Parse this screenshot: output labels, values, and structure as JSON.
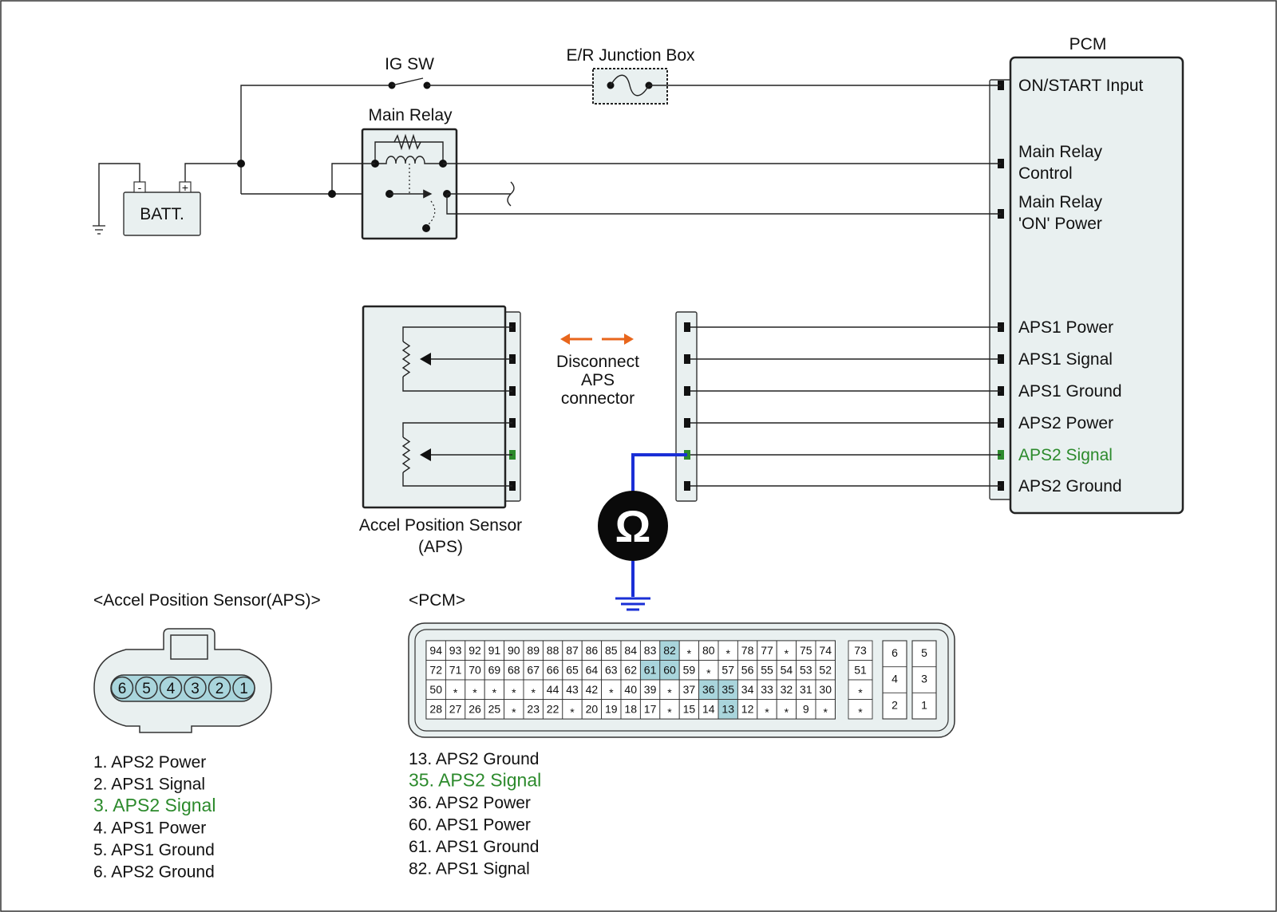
{
  "colors": {
    "panel": "#e9f0f0",
    "highlight": "#a9d5dc",
    "signal_green": "#2c8a2c",
    "probe_blue": "#1a2fd6",
    "arrow_orange": "#e8661c"
  },
  "labels": {
    "pcm_title": "PCM",
    "ig_sw": "IG SW",
    "junction_box": "E/R Junction Box",
    "main_relay": "Main Relay",
    "battery": "BATT.",
    "battery_minus": "-",
    "battery_plus": "+",
    "aps_name_1": "Accel Position Sensor",
    "aps_name_2": "(APS)",
    "disconnect_1": "Disconnect",
    "disconnect_2": "APS",
    "disconnect_3": "connector",
    "ohm_symbol": "Ω",
    "aps_connector_title": "<Accel Position Sensor(APS)>",
    "pcm_connector_title": "<PCM>"
  },
  "pcm_pins": [
    {
      "line1": "ON/START Input",
      "line2": ""
    },
    {
      "line1": "Main Relay",
      "line2": "Control"
    },
    {
      "line1": "Main Relay",
      "line2": "'ON' Power"
    },
    {
      "line1": "APS1 Power",
      "line2": ""
    },
    {
      "line1": "APS1 Signal",
      "line2": ""
    },
    {
      "line1": "APS1 Ground",
      "line2": ""
    },
    {
      "line1": "APS2 Power",
      "line2": ""
    },
    {
      "line1": "APS2 Signal",
      "line2": "",
      "highlight": true
    },
    {
      "line1": "APS2 Ground",
      "line2": ""
    }
  ],
  "aps_connector_pins": [
    "6",
    "5",
    "4",
    "3",
    "2",
    "1"
  ],
  "aps_pin_list": [
    {
      "text": "1. APS2 Power"
    },
    {
      "text": "2. APS1 Signal"
    },
    {
      "text": "3. APS2 Signal",
      "highlight": true
    },
    {
      "text": "4. APS1 Power"
    },
    {
      "text": "5. APS1 Ground"
    },
    {
      "text": "6. APS2 Ground"
    }
  ],
  "pcm_pin_list": [
    {
      "text": "13. APS2 Ground"
    },
    {
      "text": "35. APS2 Signal",
      "highlight": true
    },
    {
      "text": "36. APS2 Power"
    },
    {
      "text": "60. APS1 Power"
    },
    {
      "text": "61. APS1 Ground"
    },
    {
      "text": "82. APS1 Signal"
    }
  ],
  "pcm_connector_grid": [
    [
      "94",
      "93",
      "92",
      "91",
      "90",
      "89",
      "88",
      "87",
      "86",
      "85",
      "84",
      "83",
      "82",
      "*",
      "80",
      "*",
      "78",
      "77",
      "*",
      "75",
      "74"
    ],
    [
      "72",
      "71",
      "70",
      "69",
      "68",
      "67",
      "66",
      "65",
      "64",
      "63",
      "62",
      "61",
      "60",
      "59",
      "*",
      "57",
      "56",
      "55",
      "54",
      "53",
      "52"
    ],
    [
      "50",
      "*",
      "*",
      "*",
      "*",
      "*",
      "44",
      "43",
      "42",
      "*",
      "40",
      "39",
      "*",
      "37",
      "36",
      "35",
      "34",
      "33",
      "32",
      "31",
      "30"
    ],
    [
      "28",
      "27",
      "26",
      "25",
      "*",
      "23",
      "22",
      "*",
      "20",
      "19",
      "18",
      "17",
      "*",
      "15",
      "14",
      "13",
      "12",
      "*",
      "*",
      "9",
      "*"
    ]
  ],
  "pcm_connector_col2": [
    "73",
    "51",
    "*",
    "*"
  ],
  "pcm_connector_highlight": [
    "82",
    "61",
    "60",
    "36",
    "35",
    "13"
  ],
  "pcm_connector_small_left": [
    "6",
    "4",
    "2"
  ],
  "pcm_connector_small_right": [
    "5",
    "3",
    "1"
  ]
}
